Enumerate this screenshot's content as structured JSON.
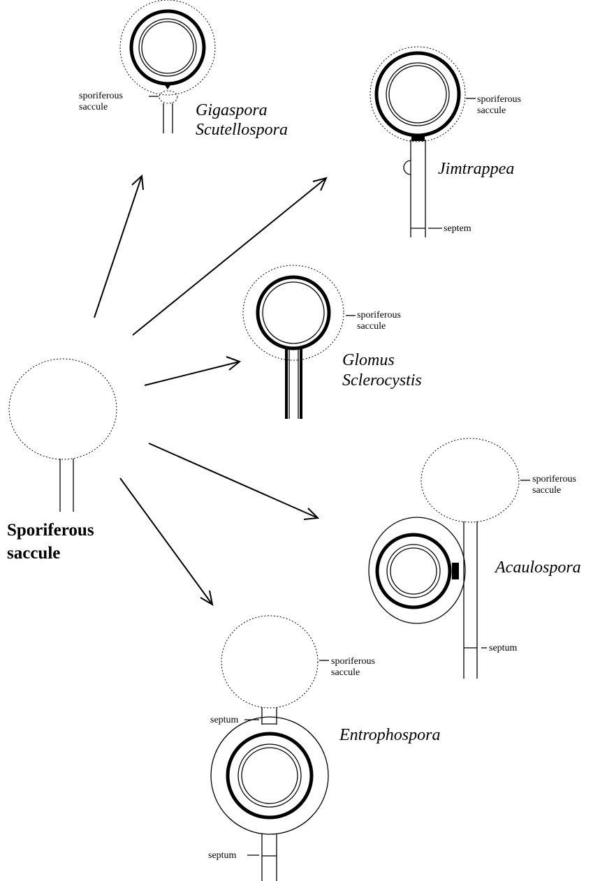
{
  "title_lines": [
    "Sporiferous",
    "saccule"
  ],
  "genera": {
    "gigaspora": [
      "Gigaspora",
      "Scutellospora"
    ],
    "jimtrappea": "Jimtrappea",
    "glomus": [
      "Glomus",
      "Sclerocystis"
    ],
    "acaulospora": "Acaulospora",
    "entrophospora": "Entrophospora"
  },
  "labels": {
    "sporiferous_saccule": [
      "sporiferous",
      "saccule"
    ],
    "septem": "septem",
    "septum": "septum"
  }
}
